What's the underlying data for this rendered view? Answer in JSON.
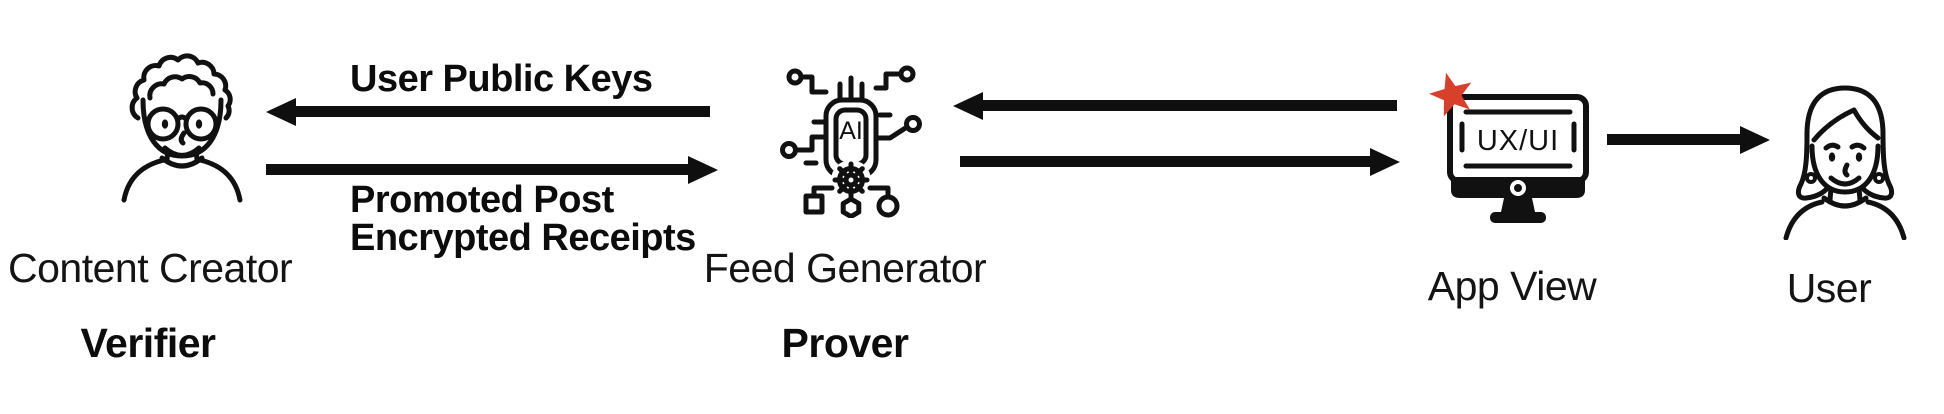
{
  "diagram": {
    "background": "#ffffff",
    "colors": {
      "line": "#0f0f0f",
      "star": "#d8402c"
    },
    "nodes": [
      {
        "id": "content-creator",
        "label": "Content Creator",
        "role": "Verifier",
        "icon": "person-curly-hair-glasses-icon"
      },
      {
        "id": "feed-generator",
        "label": "Feed Generator",
        "role": "Prover",
        "icon": "ai-chip-icon",
        "chip_text": "AI"
      },
      {
        "id": "app-view",
        "label": "App View",
        "icon": "monitor-icon",
        "screen_text": "UX/UI",
        "badge": "red-star"
      },
      {
        "id": "user",
        "label": "User",
        "icon": "person-bob-hair-icon"
      }
    ],
    "edges": [
      {
        "from": "Feed Generator",
        "to": "Content Creator",
        "direction": "left",
        "label": "User Public Keys"
      },
      {
        "from": "Content Creator",
        "to": "Feed Generator",
        "direction": "right",
        "label_lines": [
          "Promoted Post",
          "Encrypted Receipts"
        ]
      },
      {
        "from": "App View",
        "to": "Feed Generator",
        "direction": "left",
        "label": ""
      },
      {
        "from": "Feed Generator",
        "to": "App View",
        "direction": "right",
        "label": ""
      },
      {
        "from": "App View",
        "to": "User",
        "direction": "right",
        "label": ""
      }
    ]
  }
}
